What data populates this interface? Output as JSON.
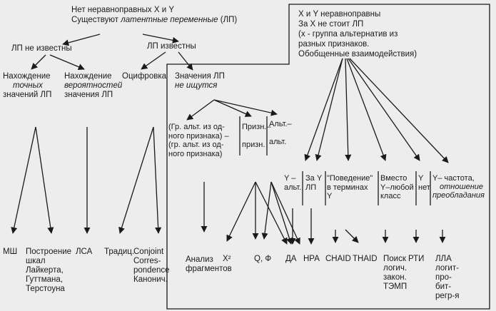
{
  "colors": {
    "background": "#ededed",
    "ink": "#1a1a1a"
  },
  "top_center": {
    "line1": "Нет неравноправных X и Y",
    "line2_a": "Существуют ",
    "line2_b": "латентные переменные",
    "line2_c": " (ЛП)"
  },
  "lp_unknown": "ЛП не известны",
  "lp_known": "ЛП известны",
  "find_exact": {
    "l1": "Нахождение",
    "l2": "точных",
    "l3": "значений ЛП"
  },
  "find_prob": {
    "l1": "Нахождение",
    "l2": "вероятностей",
    "l3": "значения ЛП"
  },
  "digitize": "Оцифровка",
  "not_searched": {
    "l1": "Значения ЛП",
    "l2": "не ищутся"
  },
  "top_right": {
    "l1": "X и Y неравноправны",
    "l2": "За X не стоит ЛП",
    "l3": "(x - группа альтернатив из",
    "l4": "разных признаков.",
    "l5": "Обобщенные взаимодействия)"
  },
  "groups": {
    "g1": "(Гр. альт. из од-\nного признака) –\n(гр. альт. из од-\nного признака)",
    "g2": "Призн.–\n\nпризн.",
    "g3": "Альт.–\n\nальт."
  },
  "cats": {
    "c1": "Y –\nальт.",
    "c2": "За Y\nЛП",
    "c3": "\"Поведение\"\nв терминах\nY",
    "c4": "Вместо\nY–любой\nкласс",
    "c5": "Y\nнет",
    "c6_a": "Y– частота,",
    "c6_b": "отношение",
    "c6_c": "преобладания"
  },
  "methods": {
    "ms": "МШ",
    "likert": "Построение\nшкал\nЛайкерта,\nГуттмана,\nТерстоуна",
    "lsa": "ЛСА",
    "tradic": "Традиц.",
    "conjoint": "Conjoint\nCorres-\npondence\nКанонич.",
    "analysis": "Анализ\nфрагментов",
    "chi2": "X²",
    "qf": "Q, Ф",
    "da": "ДА",
    "hpa": "НРА",
    "chaid": "CHAID",
    "thaid": "THAID",
    "search": "Поиск\nлогич.\nзакон.\nТЭМП",
    "rti": "РТИ",
    "lla": "ЛЛА\nлогит-\nпро-\nбит-\nрегр-я"
  }
}
